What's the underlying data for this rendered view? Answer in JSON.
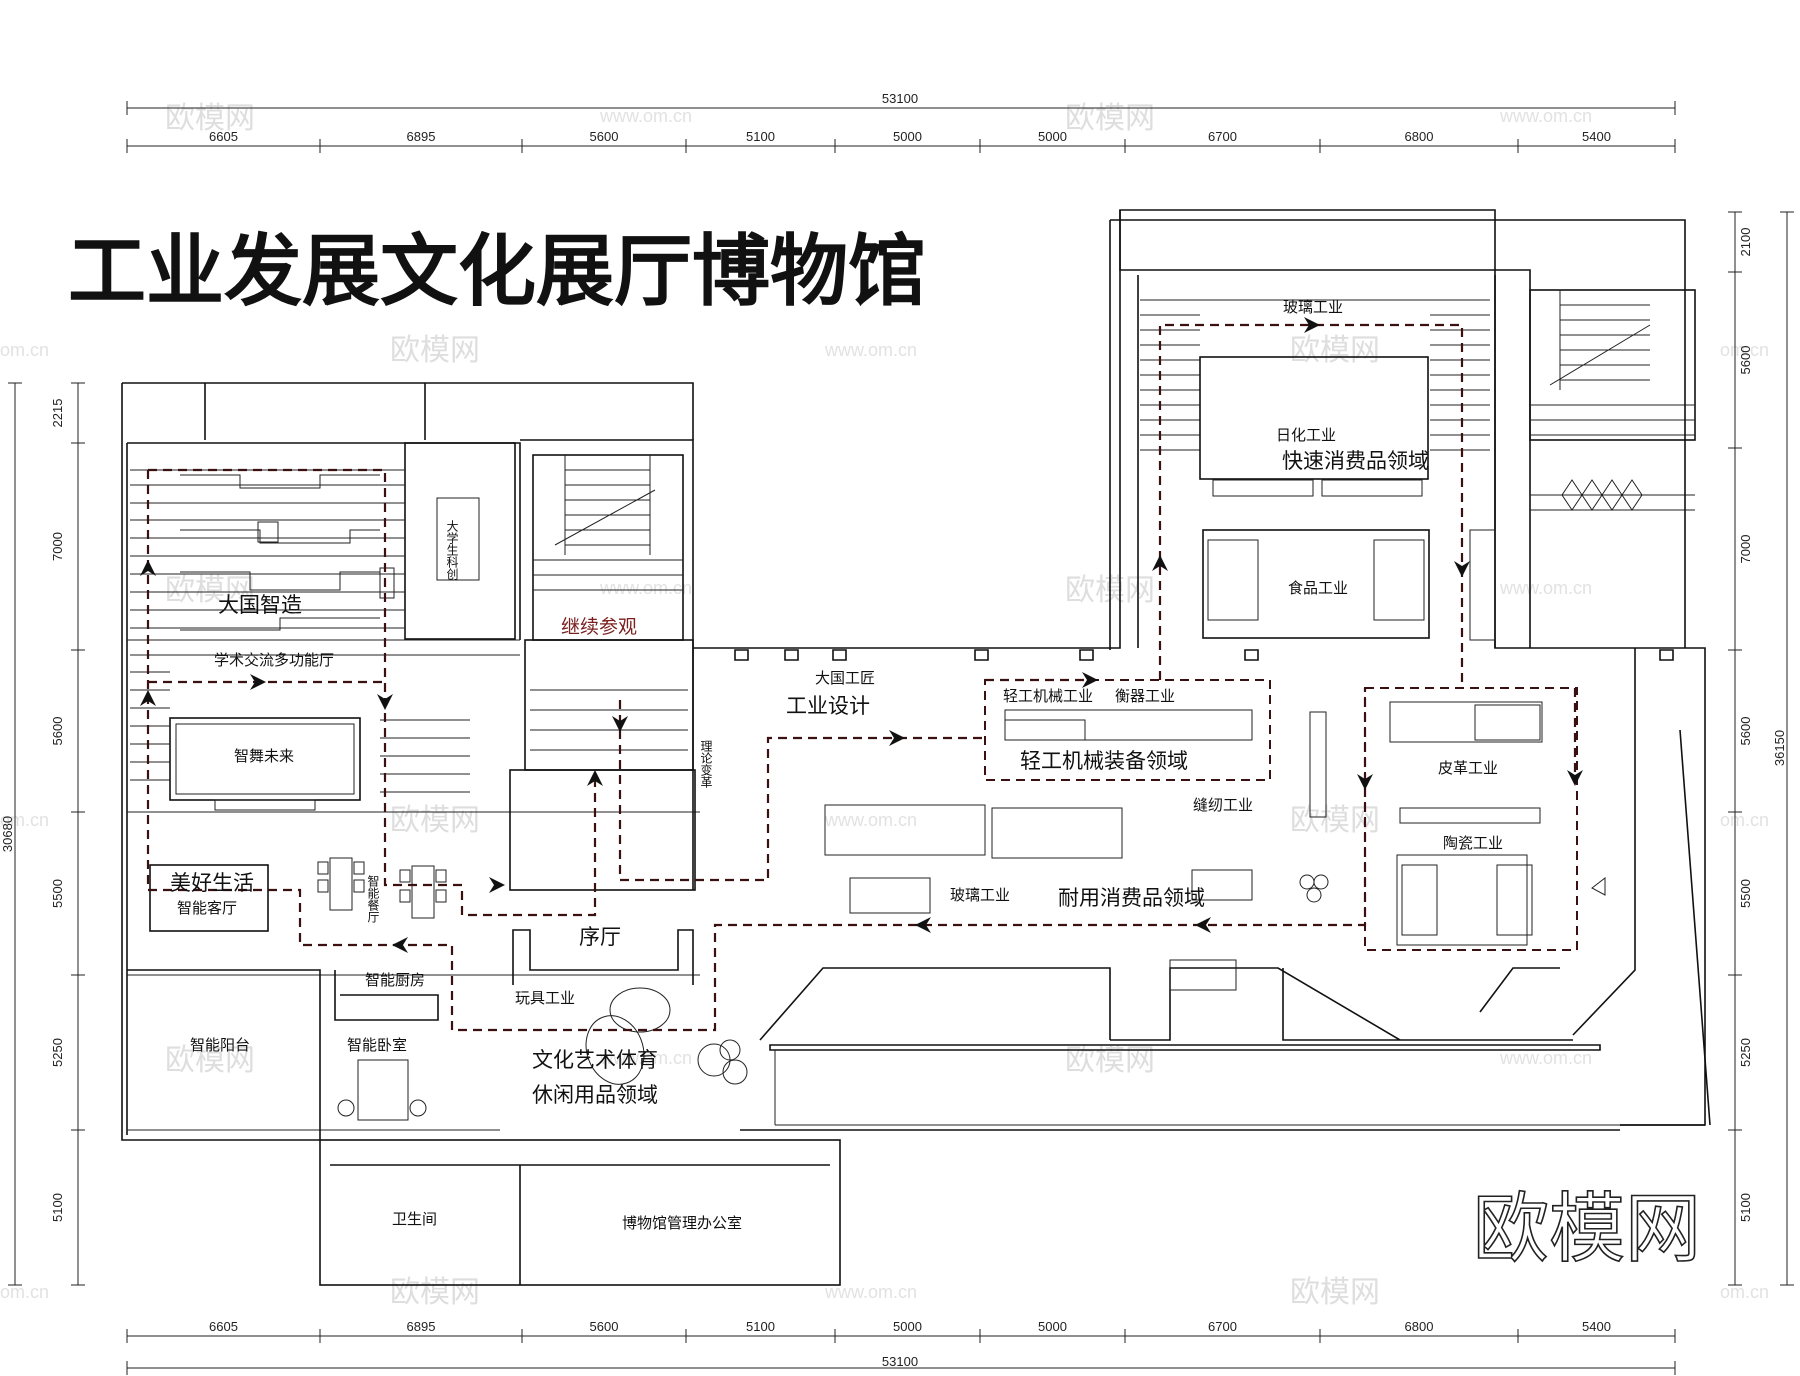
{
  "title": "工业发展文化展厅博物馆",
  "logo": "欧模网",
  "watermark": {
    "text": "欧模网",
    "url": "www.om.cn",
    "short": "om.cn"
  },
  "dimensions": {
    "total_width": "53100",
    "total_height": "36150",
    "left_total": "30680",
    "top": [
      "6605",
      "6895",
      "5600",
      "5100",
      "5000",
      "5000",
      "6700",
      "6800",
      "5400"
    ],
    "bottom": [
      "6605",
      "6895",
      "5600",
      "5100",
      "5000",
      "5000",
      "6700",
      "6800",
      "5400"
    ],
    "left": [
      "2215",
      "7000",
      "5600",
      "5500",
      "5250",
      "5100"
    ],
    "right": [
      "2100",
      "5600",
      "7000",
      "5600",
      "5500",
      "5250",
      "5100"
    ]
  },
  "rooms": {
    "daguo_zhizao": "大国智造",
    "academic_hall": "学术交流多功能厅",
    "student_innovation": "大学生科创",
    "zhiwu_weilai": "智舞未来",
    "continue_visit": "继续参观",
    "theory": "理论变革",
    "meihao_shenghuo": "美好生活",
    "smart_living": "智能客厅",
    "smart_dining": "智能餐厅",
    "smart_kitchen": "智能厨房",
    "smart_balcony": "智能阳台",
    "smart_bedroom": "智能卧室",
    "prelude_hall": "序厅",
    "toy_industry": "玩具工业",
    "culture_sports": "文化艺术体育",
    "leisure_goods": "休闲用品领域",
    "restroom": "卫生间",
    "office": "博物馆管理办公室",
    "master_craftsman": "大国工匠",
    "industrial_design": "工业设计",
    "light_machinery": "轻工机械工业",
    "weighing_industry": "衡器工业",
    "light_equipment_field": "轻工机械装备领域",
    "sewing_industry": "缝纫工业",
    "glass_industry_lower": "玻璃工业",
    "durable_goods": "耐用消费品领域",
    "leather_industry": "皮革工业",
    "ceramic_industry": "陶瓷工业",
    "glass_industry_upper": "玻璃工业",
    "daily_chemical": "日化工业",
    "fast_consumer": "快速消费品领域",
    "food_industry": "食品工业"
  }
}
